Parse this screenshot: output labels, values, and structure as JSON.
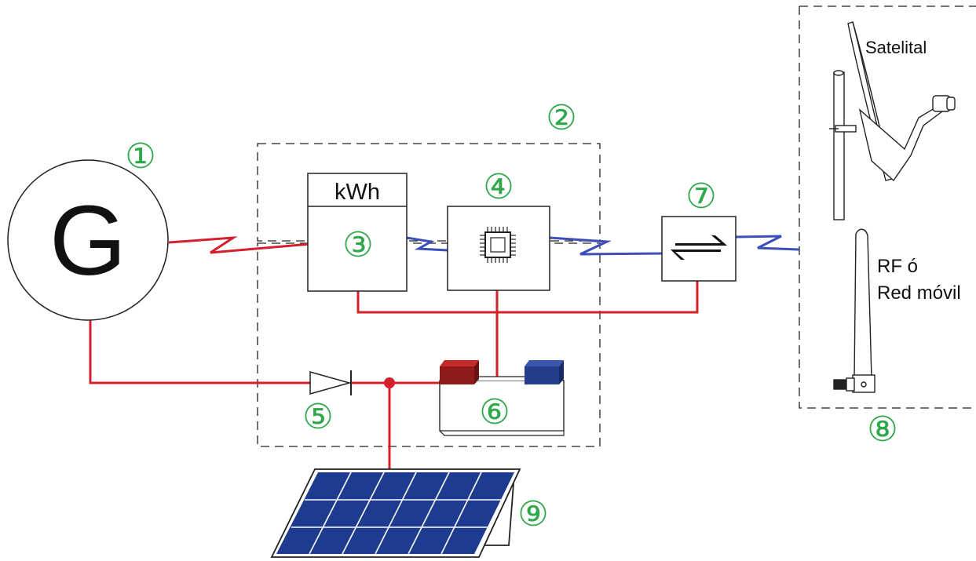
{
  "generator": {
    "letter": "G"
  },
  "meter": {
    "unit": "kWh"
  },
  "markers": {
    "m1": "①",
    "m2": "②",
    "m3": "③",
    "m4": "④",
    "m5": "⑤",
    "m6": "⑥",
    "m7": "⑦",
    "m8": "⑧",
    "m9": "⑨"
  },
  "comm": {
    "satellite_label": "Satelital",
    "rf_label_line1": "RF ó",
    "rf_label_line2": "Red móvil"
  },
  "colors": {
    "power_line": "#d4202a",
    "data_line": "#3b4fb8",
    "marker": "#2ea84a",
    "battery_positive": "#a01c1c",
    "battery_negative": "#243e8c",
    "solar_cell": "#1e3c8f"
  },
  "icons": [
    "generator-icon",
    "chip-icon",
    "exchange-arrows-icon",
    "diode-icon",
    "battery-icon",
    "satellite-dish-icon",
    "antenna-icon",
    "solar-panel-icon"
  ]
}
